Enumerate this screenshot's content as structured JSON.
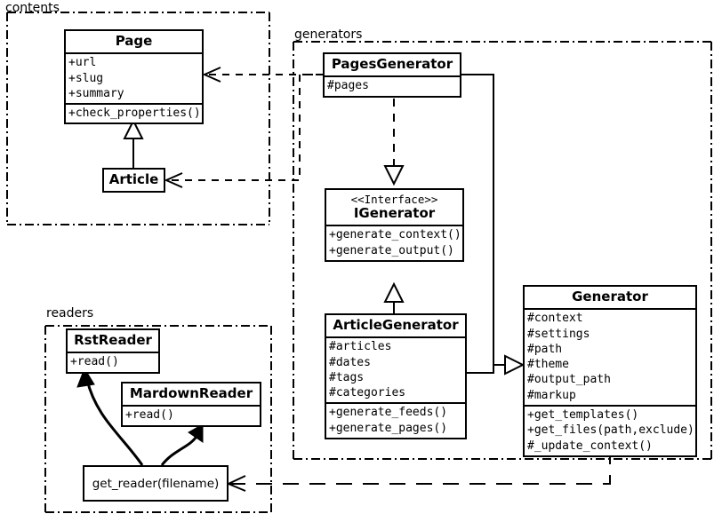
{
  "diagram": {
    "title_domain": "uml-class-diagram",
    "background": "#ffffff",
    "line_color": "#000000",
    "packages": [
      {
        "name": "contents",
        "label": "contents"
      },
      {
        "name": "generators",
        "label": "generators"
      },
      {
        "name": "readers",
        "label": "readers"
      }
    ],
    "classes": {
      "page": {
        "name": "Page",
        "attributes": [
          "+url",
          "+slug",
          "+summary"
        ],
        "methods": [
          "+check_properties()"
        ]
      },
      "article": {
        "name": "Article",
        "attributes": [],
        "methods": []
      },
      "pages_generator": {
        "name": "PagesGenerator",
        "attributes": [
          "#pages"
        ],
        "methods": []
      },
      "igenerator": {
        "stereotype": "<<Interface>>",
        "name": "IGenerator",
        "attributes": [],
        "methods": [
          "+generate_context()",
          "+generate_output()"
        ]
      },
      "article_generator": {
        "name": "ArticleGenerator",
        "attributes": [
          "#articles",
          "#dates",
          "#tags",
          "#categories"
        ],
        "methods": [
          "+generate_feeds()",
          "+generate_pages()"
        ]
      },
      "generator": {
        "name": "Generator",
        "attributes": [
          "#context",
          "#settings",
          "#path",
          "#theme",
          "#output_path",
          "#markup"
        ],
        "methods": [
          "+get_templates()",
          "+get_files(path,exclude)",
          "#_update_context()"
        ]
      },
      "rst_reader": {
        "name": "RstReader",
        "attributes": [],
        "methods": [
          "+read()"
        ]
      },
      "mardown_reader": {
        "name": "MardownReader",
        "attributes": [],
        "methods": [
          "+read()"
        ]
      },
      "get_reader": {
        "name": "get_reader(filename)"
      }
    },
    "relationships": [
      {
        "from": "Article",
        "to": "Page",
        "type": "generalization"
      },
      {
        "from": "PagesGenerator",
        "to": "Page",
        "type": "dependency"
      },
      {
        "from": "PagesGenerator",
        "to": "Article",
        "type": "dependency"
      },
      {
        "from": "PagesGenerator",
        "to": "IGenerator",
        "type": "realization"
      },
      {
        "from": "ArticleGenerator",
        "to": "IGenerator",
        "type": "generalization"
      },
      {
        "from": "PagesGenerator",
        "to": "Generator",
        "type": "generalization"
      },
      {
        "from": "ArticleGenerator",
        "to": "Generator",
        "type": "generalization"
      },
      {
        "from": "Generator",
        "to": "get_reader(filename)",
        "type": "dependency"
      },
      {
        "from": "get_reader(filename)",
        "to": "RstReader",
        "type": "association"
      },
      {
        "from": "get_reader(filename)",
        "to": "MardownReader",
        "type": "association"
      }
    ]
  }
}
